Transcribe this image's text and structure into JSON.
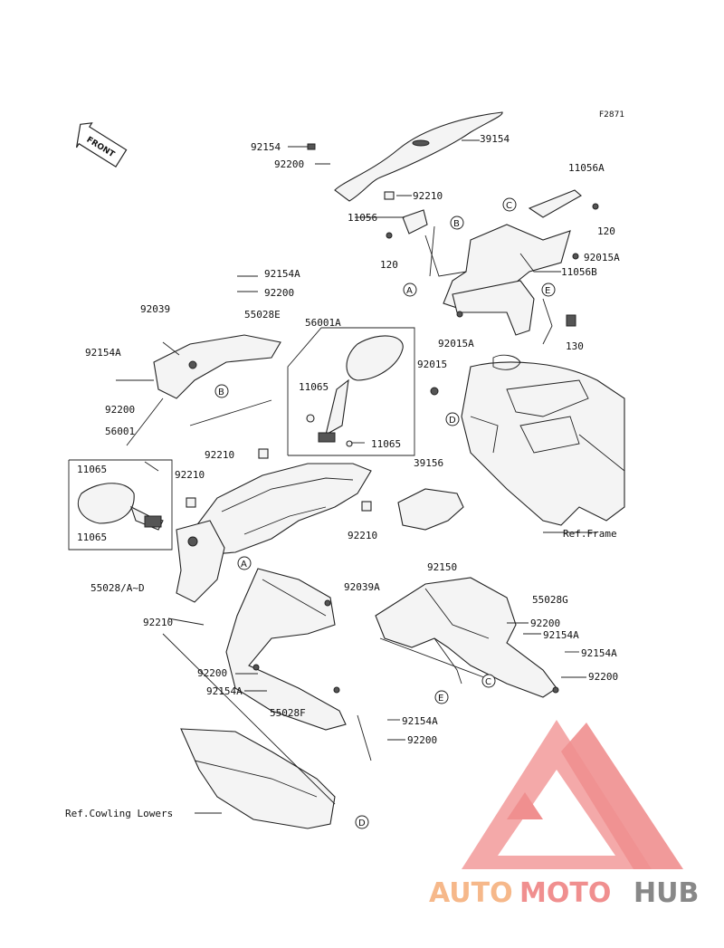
{
  "figure_code": "F2871",
  "front_label": "FRONT",
  "callouts": {
    "c39154": "39154",
    "c92154_top": "92154",
    "c92200_top": "92200",
    "c92210_a": "92210",
    "c11056": "11056",
    "c120_a": "120",
    "c11056A": "11056A",
    "c120_b": "120",
    "c92015A_a": "92015A",
    "c11056B": "11056B",
    "c92015A_b": "92015A",
    "c130": "130",
    "c92015": "92015",
    "c92154A_a": "92154A",
    "c92200_a": "92200",
    "c92039": "92039",
    "c55028E": "55028E",
    "c56001A": "56001A",
    "c92154A_b": "92154A",
    "c92200_b": "92200",
    "c56001": "56001",
    "c11065_a": "11065",
    "c11065_b": "11065",
    "c92210_b": "92210",
    "c11065_c": "11065",
    "c11065_d": "11065",
    "c92210_c": "92210",
    "c39156": "39156",
    "c92210_d": "92210",
    "c92150": "92150",
    "c92039A": "92039A",
    "c55028G": "55028G",
    "c55028AD": "55028/A~D",
    "c92210_e": "92210",
    "c92200_c": "92200",
    "c92154A_c": "92154A",
    "c92154A_d": "92154A",
    "c92200_d": "92200",
    "c92200_e": "92200",
    "c92154A_e": "92154A",
    "c55028F": "55028F",
    "c92154A_f": "92154A",
    "c92200_f": "92200"
  },
  "refs": {
    "frame": "Ref.Frame",
    "cowling_lowers": "Ref.Cowling Lowers"
  },
  "markers": [
    "A",
    "B",
    "C",
    "D",
    "E"
  ],
  "watermark": {
    "part1": "AUTO",
    "part2": "MOTO",
    "part3": "HUB"
  },
  "colors": {
    "watermark_red": "#f08f8f",
    "watermark_orange": "#f6b88a",
    "watermark_gray": "#888888"
  }
}
